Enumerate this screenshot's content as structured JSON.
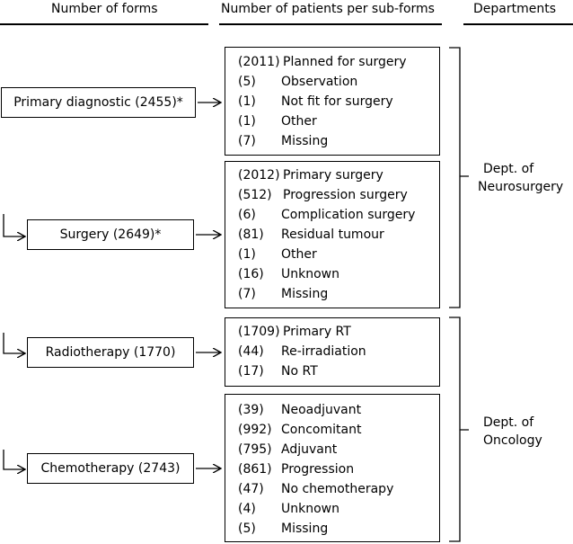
{
  "headers": {
    "forms": "Number of forms",
    "patients": "Number of patients per sub-forms",
    "departments": "Departments"
  },
  "forms": [
    {
      "label": "Primary diagnostic (2455)*"
    },
    {
      "label": "Surgery (2649)*"
    },
    {
      "label": "Radiotherapy (1770)"
    },
    {
      "label": "Chemotherapy (2743)"
    }
  ],
  "subforms": [
    {
      "rows": [
        {
          "n": "(2011)",
          "t": "Planned for surgery"
        },
        {
          "n": "(5)",
          "t": "Observation"
        },
        {
          "n": "(1)",
          "t": "Not fit for surgery"
        },
        {
          "n": "(1)",
          "t": "Other"
        },
        {
          "n": "(7)",
          "t": "Missing"
        }
      ]
    },
    {
      "rows": [
        {
          "n": "(2012)",
          "t": "Primary surgery"
        },
        {
          "n": "(512)",
          "t": "Progression surgery"
        },
        {
          "n": "(6)",
          "t": "Complication surgery"
        },
        {
          "n": "(81)",
          "t": "Residual tumour"
        },
        {
          "n": "(1)",
          "t": "Other"
        },
        {
          "n": "(16)",
          "t": "Unknown"
        },
        {
          "n": "(7)",
          "t": "Missing"
        }
      ]
    },
    {
      "rows": [
        {
          "n": "(1709)",
          "t": "Primary RT"
        },
        {
          "n": "(44)",
          "t": "Re-irradiation"
        },
        {
          "n": "(17)",
          "t": "No RT"
        }
      ]
    },
    {
      "rows": [
        {
          "n": "(39)",
          "t": "Neoadjuvant"
        },
        {
          "n": "(992)",
          "t": "Concomitant"
        },
        {
          "n": "(795)",
          "t": "Adjuvant"
        },
        {
          "n": "(861)",
          "t": "Progression"
        },
        {
          "n": "(47)",
          "t": "No chemotherapy"
        },
        {
          "n": "(4)",
          "t": "Unknown"
        },
        {
          "n": "(5)",
          "t": "Missing"
        }
      ]
    }
  ],
  "departments": [
    {
      "line1": "Dept. of",
      "line2": "Neurosurgery"
    },
    {
      "line1": "Dept. of",
      "line2": "Oncology"
    }
  ]
}
